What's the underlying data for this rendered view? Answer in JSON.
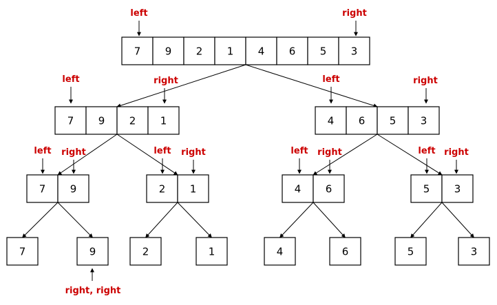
{
  "colors": {
    "label": "#cc0000",
    "stroke": "#000000"
  },
  "labels": {
    "left": "left",
    "right": "right",
    "right_right": "right, right"
  },
  "levels": [
    {
      "arrays": [
        {
          "id": "root",
          "values": [
            "7",
            "9",
            "2",
            "1",
            "4",
            "6",
            "5",
            "3"
          ]
        }
      ]
    },
    {
      "arrays": [
        {
          "id": "l",
          "values": [
            "7",
            "9",
            "2",
            "1"
          ]
        },
        {
          "id": "r",
          "values": [
            "4",
            "6",
            "5",
            "3"
          ]
        }
      ]
    },
    {
      "arrays": [
        {
          "id": "ll",
          "values": [
            "7",
            "9"
          ]
        },
        {
          "id": "lr",
          "values": [
            "2",
            "1"
          ]
        },
        {
          "id": "rl",
          "values": [
            "4",
            "6"
          ]
        },
        {
          "id": "rr",
          "values": [
            "5",
            "3"
          ]
        }
      ]
    },
    {
      "arrays": [
        {
          "id": "lll",
          "values": [
            "7"
          ]
        },
        {
          "id": "llr",
          "values": [
            "9"
          ]
        },
        {
          "id": "lrl",
          "values": [
            "2"
          ]
        },
        {
          "id": "lrr",
          "values": [
            "1"
          ]
        },
        {
          "id": "rll",
          "values": [
            "4"
          ]
        },
        {
          "id": "rlr",
          "values": [
            "6"
          ]
        },
        {
          "id": "rrl",
          "values": [
            "5"
          ]
        },
        {
          "id": "rrr",
          "values": [
            "3"
          ]
        }
      ]
    }
  ]
}
